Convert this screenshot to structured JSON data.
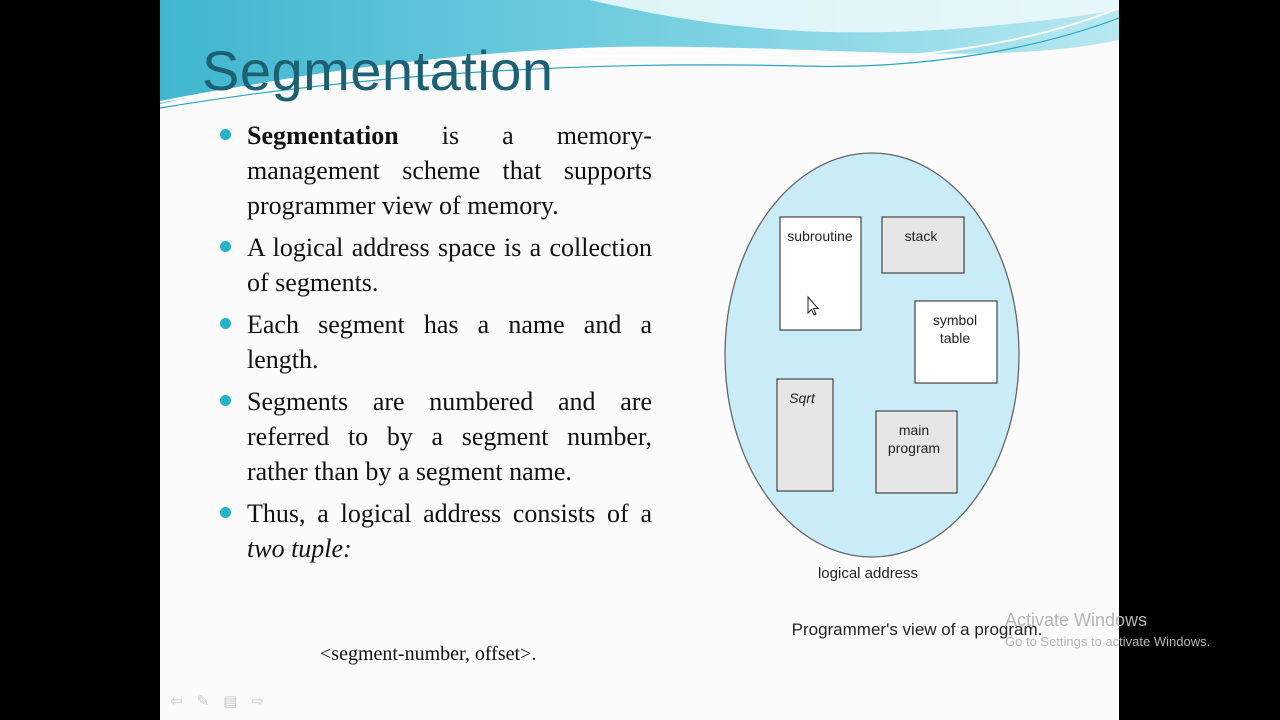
{
  "slide": {
    "title": "Segmentation",
    "bullets": [
      {
        "bold": "Segmentation",
        "text": " is a memory-management scheme that supports  programmer view of memory."
      },
      {
        "bold": "",
        "text": "A logical address space is a collection of segments."
      },
      {
        "bold": "",
        "text": "Each segment has a name and a length."
      },
      {
        "bold": "",
        "text": "Segments are numbered and are referred to by a segment number, rather than by a segment name."
      },
      {
        "bold": "",
        "text": "Thus, a logical address consists of a ",
        "italic": "two tuple:"
      }
    ],
    "tuple": "<segment-number, offset>."
  },
  "diagram": {
    "segments": {
      "subroutine": "subroutine",
      "stack": "stack",
      "symbol_table_line1": "symbol",
      "symbol_table_line2": "table",
      "sqrt": "Sqrt",
      "main_program_line1": "main",
      "main_program_line2": "program"
    },
    "ellipse_label": "logical address",
    "caption": "Programmer's view of a program.",
    "colors": {
      "ellipse_fill": "#c9ecf6",
      "segment_fill": "#e6e6e6",
      "accent": "#27b3c9"
    }
  },
  "nav": {
    "icons": [
      "back-arrow-icon",
      "pen-icon",
      "menu-icon",
      "forward-arrow-icon"
    ]
  },
  "watermark": {
    "line1": "Activate Windows",
    "line2": "Go to Settings to activate Windows."
  }
}
